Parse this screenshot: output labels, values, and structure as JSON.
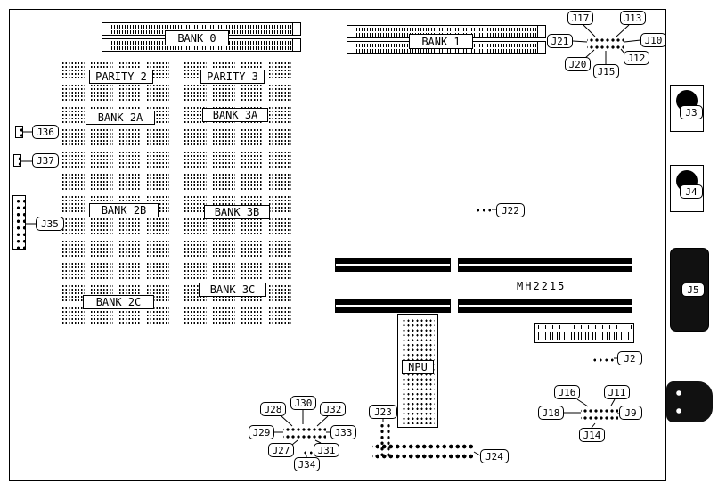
{
  "memory": {
    "bank0": "BANK 0",
    "bank1": "BANK 1",
    "parity2": "PARITY 2",
    "parity3": "PARITY 3",
    "bank2a": "BANK 2A",
    "bank3a": "BANK 3A",
    "bank2b": "BANK 2B",
    "bank3b": "BANK 3B",
    "bank2c": "BANK 2C",
    "bank3c": "BANK 3C"
  },
  "components": {
    "npu": "NPU",
    "chip_model": "MH2215"
  },
  "connectors": {
    "j3": "J3",
    "j4": "J4",
    "j5": "J5"
  },
  "jumpers": {
    "j2": "J2",
    "j9": "J9",
    "j10": "J10",
    "j11": "J11",
    "j12": "J12",
    "j13": "J13",
    "j14": "J14",
    "j15": "J15",
    "j16": "J16",
    "j17": "J17",
    "j18": "J18",
    "j20": "J20",
    "j21": "J21",
    "j22": "J22",
    "j23": "J23",
    "j24": "J24",
    "j27": "J27",
    "j28": "J28",
    "j29": "J29",
    "j30": "J30",
    "j31": "J31",
    "j32": "J32",
    "j33": "J33",
    "j34": "J34",
    "j35": "J35",
    "j36": "J36",
    "j37": "J37"
  }
}
